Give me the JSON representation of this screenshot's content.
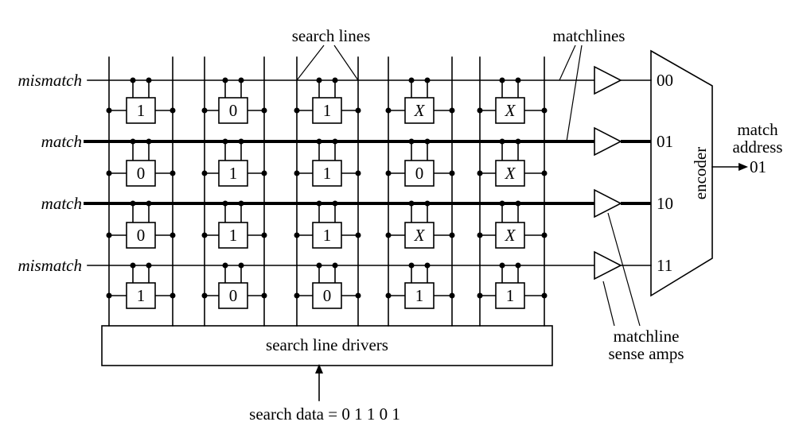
{
  "labels": {
    "search_lines": "search lines",
    "matchlines": "matchlines",
    "match_address_1": "match",
    "match_address_2": "address",
    "match_address_value": "01",
    "encoder": "encoder",
    "sense_amps_1": "matchline",
    "sense_amps_2": "sense amps",
    "drivers": "search line drivers",
    "search_data": "search data = 0 1 1 0 1"
  },
  "rows": [
    {
      "status": "mismatch",
      "address": "00",
      "bold": false
    },
    {
      "status": "match",
      "address": "01",
      "bold": true
    },
    {
      "status": "match",
      "address": "10",
      "bold": true
    },
    {
      "status": "mismatch",
      "address": "11",
      "bold": false
    }
  ],
  "cells": [
    [
      "1",
      "0",
      "1",
      "X",
      "X"
    ],
    [
      "0",
      "1",
      "1",
      "0",
      "X"
    ],
    [
      "0",
      "1",
      "1",
      "X",
      "X"
    ],
    [
      "1",
      "0",
      "0",
      "1",
      "1"
    ]
  ]
}
